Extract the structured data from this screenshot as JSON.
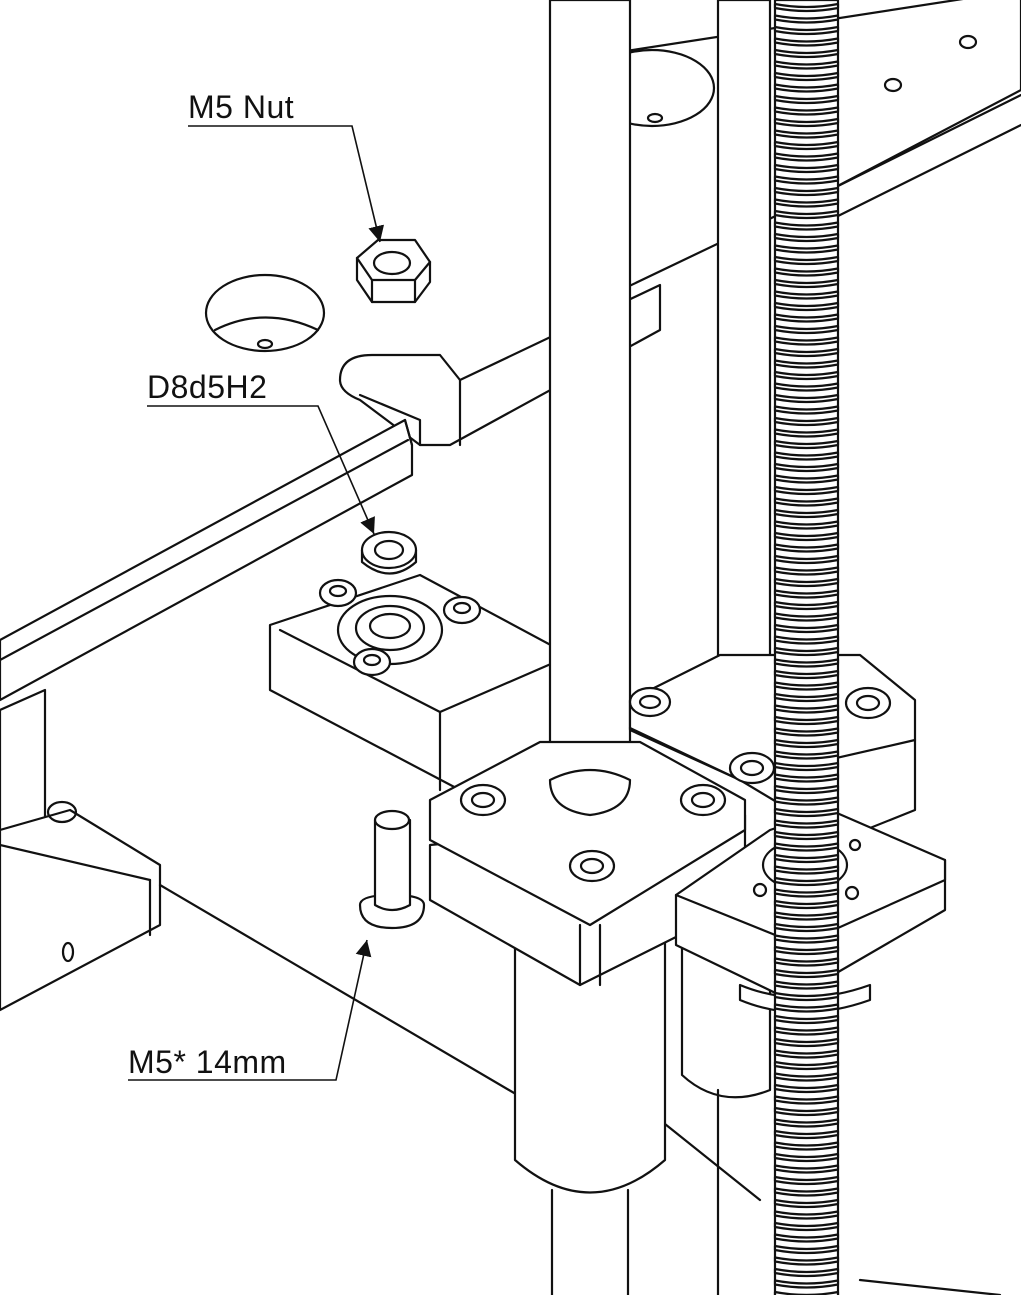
{
  "callouts": {
    "nut": {
      "label": "M5 Nut"
    },
    "washer": {
      "label": "D8d5H2"
    },
    "bolt": {
      "label": "M5* 14mm"
    }
  },
  "colors": {
    "line": "#111111",
    "background": "#ffffff"
  },
  "icons": {
    "arrowhead": "leader-arrow-icon"
  }
}
